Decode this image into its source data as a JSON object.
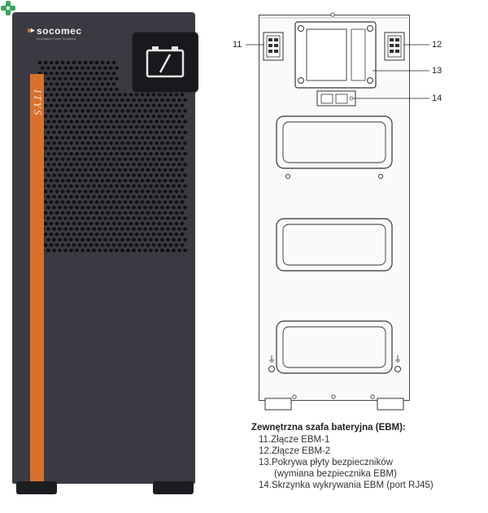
{
  "front": {
    "brand": "socomec",
    "brand_tagline": "Innovative Power Solutions",
    "model_label": "ITYS"
  },
  "rear": {
    "callouts": [
      "11",
      "12",
      "13",
      "14"
    ]
  },
  "caption": {
    "title": "Zewnętrzna szafa bateryjna (EBM):",
    "items": [
      "11.Złącze EBM-1",
      "12.Złącze EBM-2",
      "13.Pokrywa płyty bezpieczników",
      "(wymiana bezpiecznika EBM)",
      "14.Skrzynka wykrywania EBM (port RJ45)"
    ]
  },
  "colors": {
    "cabinet": "#3a3b42",
    "accent_strip": "#d9702b",
    "rear_outline": "#444444"
  }
}
